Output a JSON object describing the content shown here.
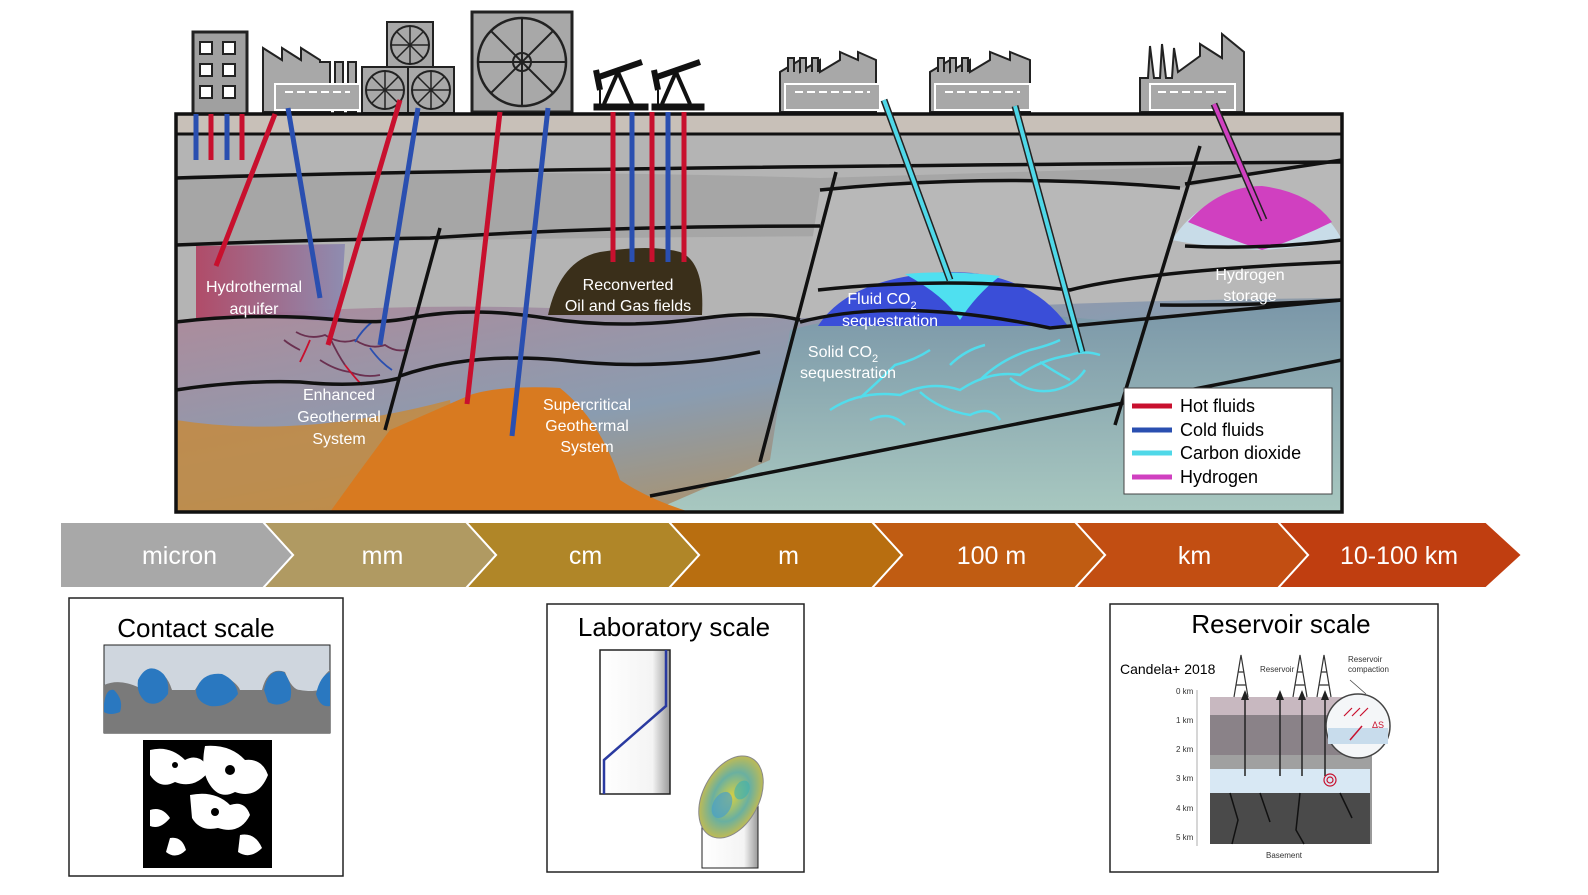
{
  "diagram": {
    "labels": {
      "hydrothermal_1": "Hydrothermal",
      "hydrothermal_2": "aquifer",
      "egs_1": "Enhanced",
      "egs_2": "Geothermal",
      "egs_3": "System",
      "reconverted_1": "Reconverted",
      "reconverted_2": "Oil and Gas fields",
      "supercritical_1": "Supercritical",
      "supercritical_2": "Geothermal",
      "supercritical_3": "System",
      "fluid_co2_1": "Fluid CO",
      "fluid_co2_sub": "2",
      "fluid_co2_2": "sequestration",
      "solid_co2_1": "Solid CO",
      "solid_co2_sub": "2",
      "solid_co2_2": "sequestration",
      "hydrogen_1": "Hydrogen",
      "hydrogen_2": "storage"
    },
    "legend": [
      {
        "label": "Hot fluids",
        "color": "#c8102e"
      },
      {
        "label": "Cold fluids",
        "color": "#2a4fb0"
      },
      {
        "label": "Carbon dioxide",
        "color": "#4fd8e8"
      },
      {
        "label": "Hydrogen",
        "color": "#d040c0"
      }
    ],
    "colors": {
      "hot": "#c8102e",
      "cold": "#2a4fb0",
      "co2": "#4fd8e8",
      "hydrogen": "#d040c0"
    }
  },
  "scale_bar": {
    "segments": [
      "micron",
      "mm",
      "cm",
      "m",
      "100 m",
      "km",
      "10-100 km"
    ],
    "colors": [
      "#a8a8a8",
      "#b09a62",
      "#b08628",
      "#b86e10",
      "#c05c12",
      "#c24e12",
      "#c03e10"
    ]
  },
  "panels": {
    "contact": {
      "title": "Contact scale"
    },
    "laboratory": {
      "title": "Laboratory scale"
    },
    "reservoir": {
      "title": "Reservoir scale",
      "citation": "Candela+ 2018",
      "depths": [
        "0 km",
        "1 km",
        "2 km",
        "3 km",
        "4 km",
        "5 km"
      ],
      "label_reservoir": "Reservoir",
      "label_compaction_1": "Reservoir",
      "label_compaction_2": "compaction",
      "label_basement": "Basement",
      "label_ds": "ΔS"
    }
  }
}
